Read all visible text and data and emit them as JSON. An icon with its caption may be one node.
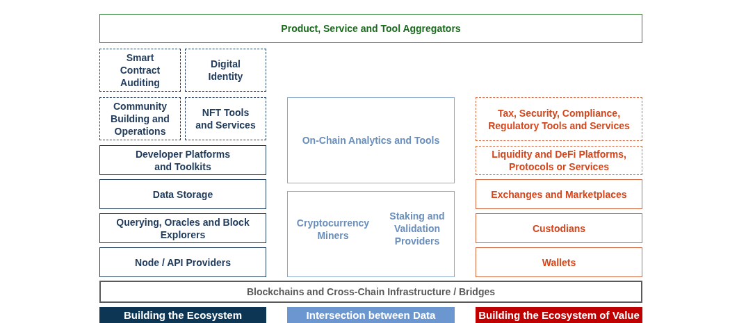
{
  "diagram": {
    "nodes": [
      {
        "text": [
          "Product, Service and Tool Aggregators"
        ]
      },
      {
        "text": [
          "Smart Contract Auditing"
        ]
      },
      {
        "text": [
          "Digital Identity"
        ]
      },
      {
        "text": [
          "Community Building and Operations"
        ]
      },
      {
        "text": [
          "NFT Tools and Services"
        ]
      },
      {
        "text": [
          "Developer Platforms and Toolkits"
        ]
      },
      {
        "text": [
          "Data Storage"
        ]
      },
      {
        "text": [
          "Querying, Oracles and Block Explorers"
        ]
      },
      {
        "text": [
          "Node / API Providers"
        ]
      },
      {
        "text": [
          "On-Chain Analytics and Tools"
        ]
      },
      {
        "text": [
          "Cryptocurrency Miners",
          "Staking and Validation Providers"
        ]
      },
      {
        "text": [
          "Tax, Security, Compliance, Regulatory Tools and Services"
        ]
      },
      {
        "text": [
          "Liquidity and DeFi Platforms, Protocols or Services"
        ]
      },
      {
        "text": [
          "Exchanges and Marketplaces"
        ]
      },
      {
        "text": [
          "Custodians"
        ]
      },
      {
        "text": [
          "Wallets"
        ]
      },
      {
        "text": [
          "Blockchains and Cross-Chain Infrastructure / Bridges"
        ]
      },
      {
        "text": [
          "Building the Ecosystem"
        ]
      },
      {
        "text": [
          "Intersection between Data"
        ]
      },
      {
        "text": [
          "Building the Ecosystem of Value"
        ]
      }
    ]
  }
}
